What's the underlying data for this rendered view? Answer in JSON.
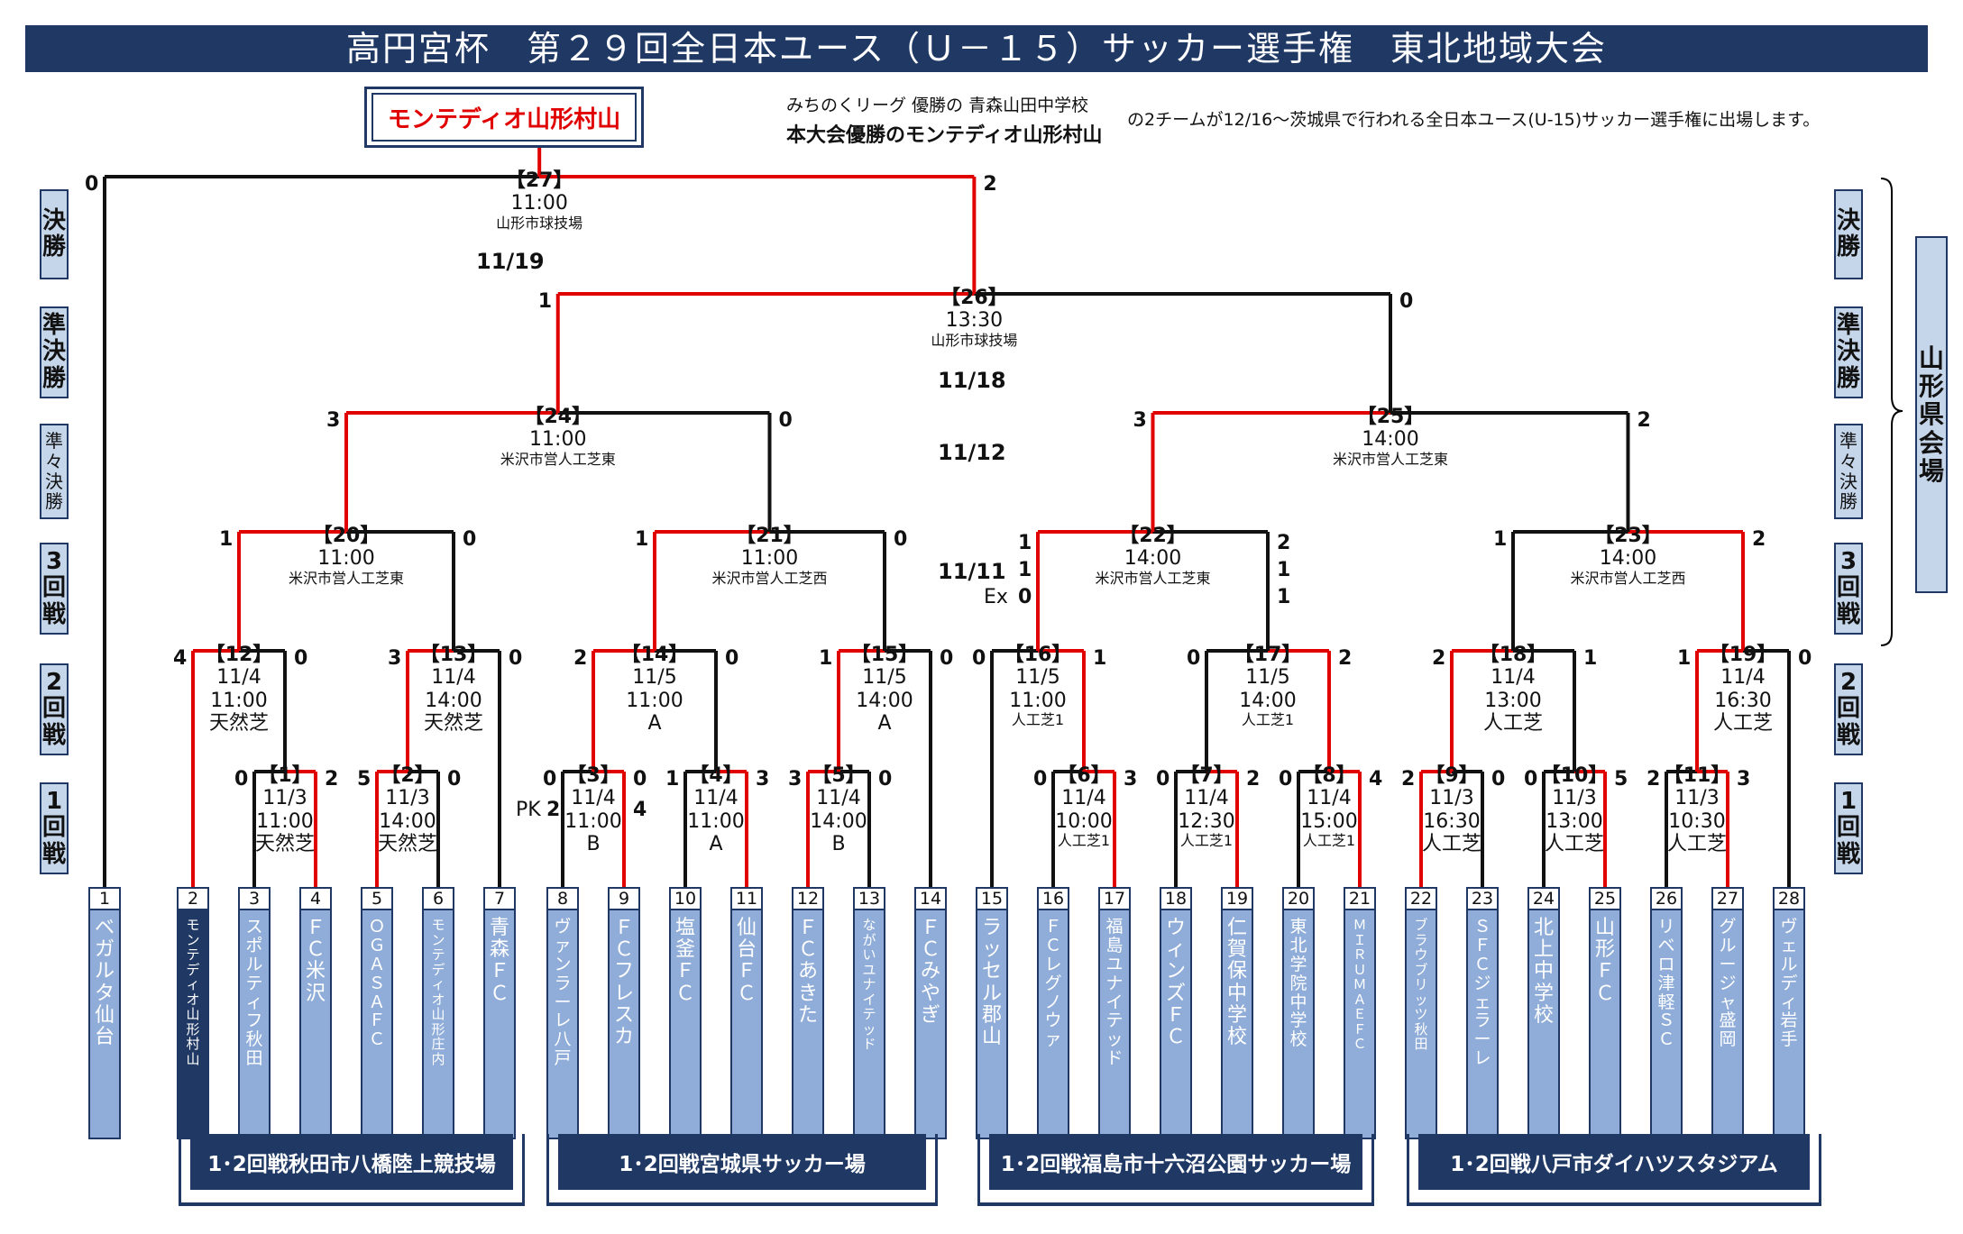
{
  "title": "高円宮杯　第２９回全日本ユース（Ｕ－１５）サッカー選手権　東北地域大会",
  "champion": "モンテディオ山形村山",
  "notes": {
    "line1": "みちのくリーグ 優勝の 青森山田中学校",
    "line2": "本大会優勝のモンテディオ山形村山",
    "line3": "の2チームが12/16～茨城県で行われる全日本ユース(U-15)サッカー選手権に出場します。"
  },
  "round_labels": {
    "final": "決勝",
    "semi": "準決勝",
    "quarter": "準々決勝",
    "r3": "3回戦",
    "r2": "2回戦",
    "r1": "1回戦"
  },
  "side_venue": "山形県会場",
  "dates": {
    "final": "11/19",
    "semi": "11/18",
    "quarter": "11/12",
    "r3": "11/11"
  },
  "teams": [
    {
      "no": "1",
      "name": "ベガルタ仙台"
    },
    {
      "no": "2",
      "name": "モンテディオ山形村山"
    },
    {
      "no": "3",
      "name": "スポルティフ秋田"
    },
    {
      "no": "4",
      "name": "ＦＣ米沢"
    },
    {
      "no": "5",
      "name": "ＯＧＡＳＡ ＦＣ"
    },
    {
      "no": "6",
      "name": "モンテディオ山形庄内"
    },
    {
      "no": "7",
      "name": "青森ＦＣ"
    },
    {
      "no": "8",
      "name": "ヴァンラーレ八戸"
    },
    {
      "no": "9",
      "name": "ＦＣフレスカ"
    },
    {
      "no": "10",
      "name": "塩釜ＦＣ"
    },
    {
      "no": "11",
      "name": "仙台ＦＣ"
    },
    {
      "no": "12",
      "name": "ＦＣあきた"
    },
    {
      "no": "13",
      "name": "ながいユナイテッド"
    },
    {
      "no": "14",
      "name": "ＦＣみやぎ"
    },
    {
      "no": "15",
      "name": "ラッセル郡山"
    },
    {
      "no": "16",
      "name": "ＦＣレグノウァ"
    },
    {
      "no": "17",
      "name": "福島ユナイテッド"
    },
    {
      "no": "18",
      "name": "ウィンズＦＣ"
    },
    {
      "no": "19",
      "name": "仁賀保中学校"
    },
    {
      "no": "20",
      "name": "東北学院中学校"
    },
    {
      "no": "21",
      "name": "ＭＩＲＵＭＡＥ ＦＣ"
    },
    {
      "no": "22",
      "name": "ブラウブリッツ秋田"
    },
    {
      "no": "23",
      "name": "ＳＦＣジェラーレ"
    },
    {
      "no": "24",
      "name": "北上中学校"
    },
    {
      "no": "25",
      "name": "山形ＦＣ"
    },
    {
      "no": "26",
      "name": "リベロ津軽ＳＣ"
    },
    {
      "no": "27",
      "name": "グルージャ盛岡"
    },
    {
      "no": "28",
      "name": "ヴェルディ岩手"
    }
  ],
  "matches": {
    "m1": {
      "label": "【1】",
      "date": "11/3",
      "time": "11:00",
      "venue": "天然芝",
      "left": "0",
      "right": "2"
    },
    "m2": {
      "label": "【2】",
      "date": "11/3",
      "time": "14:00",
      "venue": "天然芝",
      "left": "5",
      "right": "0"
    },
    "m3": {
      "label": "【3】",
      "date": "11/4",
      "time": "11:00",
      "venue": "B",
      "left": "0",
      "right": "0",
      "pk_label": "PK",
      "pk_left": "2",
      "pk_right": "4"
    },
    "m4": {
      "label": "【4】",
      "date": "11/4",
      "time": "11:00",
      "venue": "A",
      "left": "1",
      "right": "3"
    },
    "m5": {
      "label": "【5】",
      "date": "11/4",
      "time": "14:00",
      "venue": "B",
      "left": "3",
      "right": "0"
    },
    "m6": {
      "label": "【6】",
      "date": "11/4",
      "time": "10:00",
      "venue": "人工芝1",
      "left": "0",
      "right": "3"
    },
    "m7": {
      "label": "【7】",
      "date": "11/4",
      "time": "12:30",
      "venue": "人工芝1",
      "left": "0",
      "right": "2"
    },
    "m8": {
      "label": "【8】",
      "date": "11/4",
      "time": "15:00",
      "venue": "人工芝1",
      "left": "0",
      "right": "4"
    },
    "m9": {
      "label": "【9】",
      "date": "11/3",
      "time": "16:30",
      "venue": "人工芝",
      "left": "2",
      "right": "0"
    },
    "m10": {
      "label": "【10】",
      "date": "11/3",
      "time": "13:00",
      "venue": "人工芝",
      "left": "0",
      "right": "5"
    },
    "m11": {
      "label": "【11】",
      "date": "11/3",
      "time": "10:30",
      "venue": "人工芝",
      "left": "2",
      "right": "3"
    },
    "m12": {
      "label": "【12】",
      "date": "11/4",
      "time": "11:00",
      "venue": "天然芝",
      "left": "4",
      "right": "0"
    },
    "m13": {
      "label": "【13】",
      "date": "11/4",
      "time": "14:00",
      "venue": "天然芝",
      "left": "3",
      "right": "0"
    },
    "m14": {
      "label": "【14】",
      "date": "11/5",
      "time": "11:00",
      "venue": "A",
      "left": "2",
      "right": "0"
    },
    "m15": {
      "label": "【15】",
      "date": "11/5",
      "time": "14:00",
      "venue": "A",
      "left": "1",
      "right": "0"
    },
    "m16": {
      "label": "【16】",
      "date": "11/5",
      "time": "11:00",
      "venue": "人工芝1",
      "left": "0",
      "right": "1"
    },
    "m17": {
      "label": "【17】",
      "date": "11/5",
      "time": "14:00",
      "venue": "人工芝1",
      "left": "0",
      "right": "2"
    },
    "m18": {
      "label": "【18】",
      "date": "11/4",
      "time": "13:00",
      "venue": "人工芝",
      "left": "2",
      "right": "1"
    },
    "m19": {
      "label": "【19】",
      "date": "11/4",
      "time": "16:30",
      "venue": "人工芝",
      "left": "1",
      "right": "0"
    },
    "m20": {
      "label": "【20】",
      "time": "11:00",
      "venue": "米沢市営人工芝東",
      "left": "1",
      "right": "0"
    },
    "m21": {
      "label": "【21】",
      "time": "11:00",
      "venue": "米沢市営人工芝西",
      "left": "1",
      "right": "0"
    },
    "m22": {
      "label": "【22】",
      "time": "14:00",
      "venue": "米沢市営人工芝東",
      "left1": "1",
      "left2": "1",
      "left_ex": "0",
      "ex_label": "Ex",
      "right1": "2",
      "right2": "1",
      "right_ex": "1"
    },
    "m23": {
      "label": "【23】",
      "time": "14:00",
      "venue": "米沢市営人工芝西",
      "left": "1",
      "right": "2"
    },
    "m24": {
      "label": "【24】",
      "time": "11:00",
      "venue": "米沢市営人工芝東",
      "left": "3",
      "right": "0"
    },
    "m25": {
      "label": "【25】",
      "time": "14:00",
      "venue": "米沢市営人工芝東",
      "left": "3",
      "right": "2"
    },
    "m26": {
      "label": "【26】",
      "time": "13:30",
      "venue": "山形市球技場",
      "left": "1",
      "right": "0"
    },
    "m27": {
      "label": "【27】",
      "time": "11:00",
      "venue": "山形市球技場",
      "left": "0",
      "right": "2"
    }
  },
  "bottom_venues": [
    "1･2回戦秋田市八橋陸上競技場",
    "1･2回戦宮城県サッカー場",
    "1･2回戦福島市十六沼公園サッカー場",
    "1･2回戦八戸市ダイハツスタジアム"
  ],
  "colors": {
    "navy": "#1f3864",
    "win": "#e00000",
    "slot": "#8fadd8",
    "label_bg": "#c5d5ea"
  }
}
